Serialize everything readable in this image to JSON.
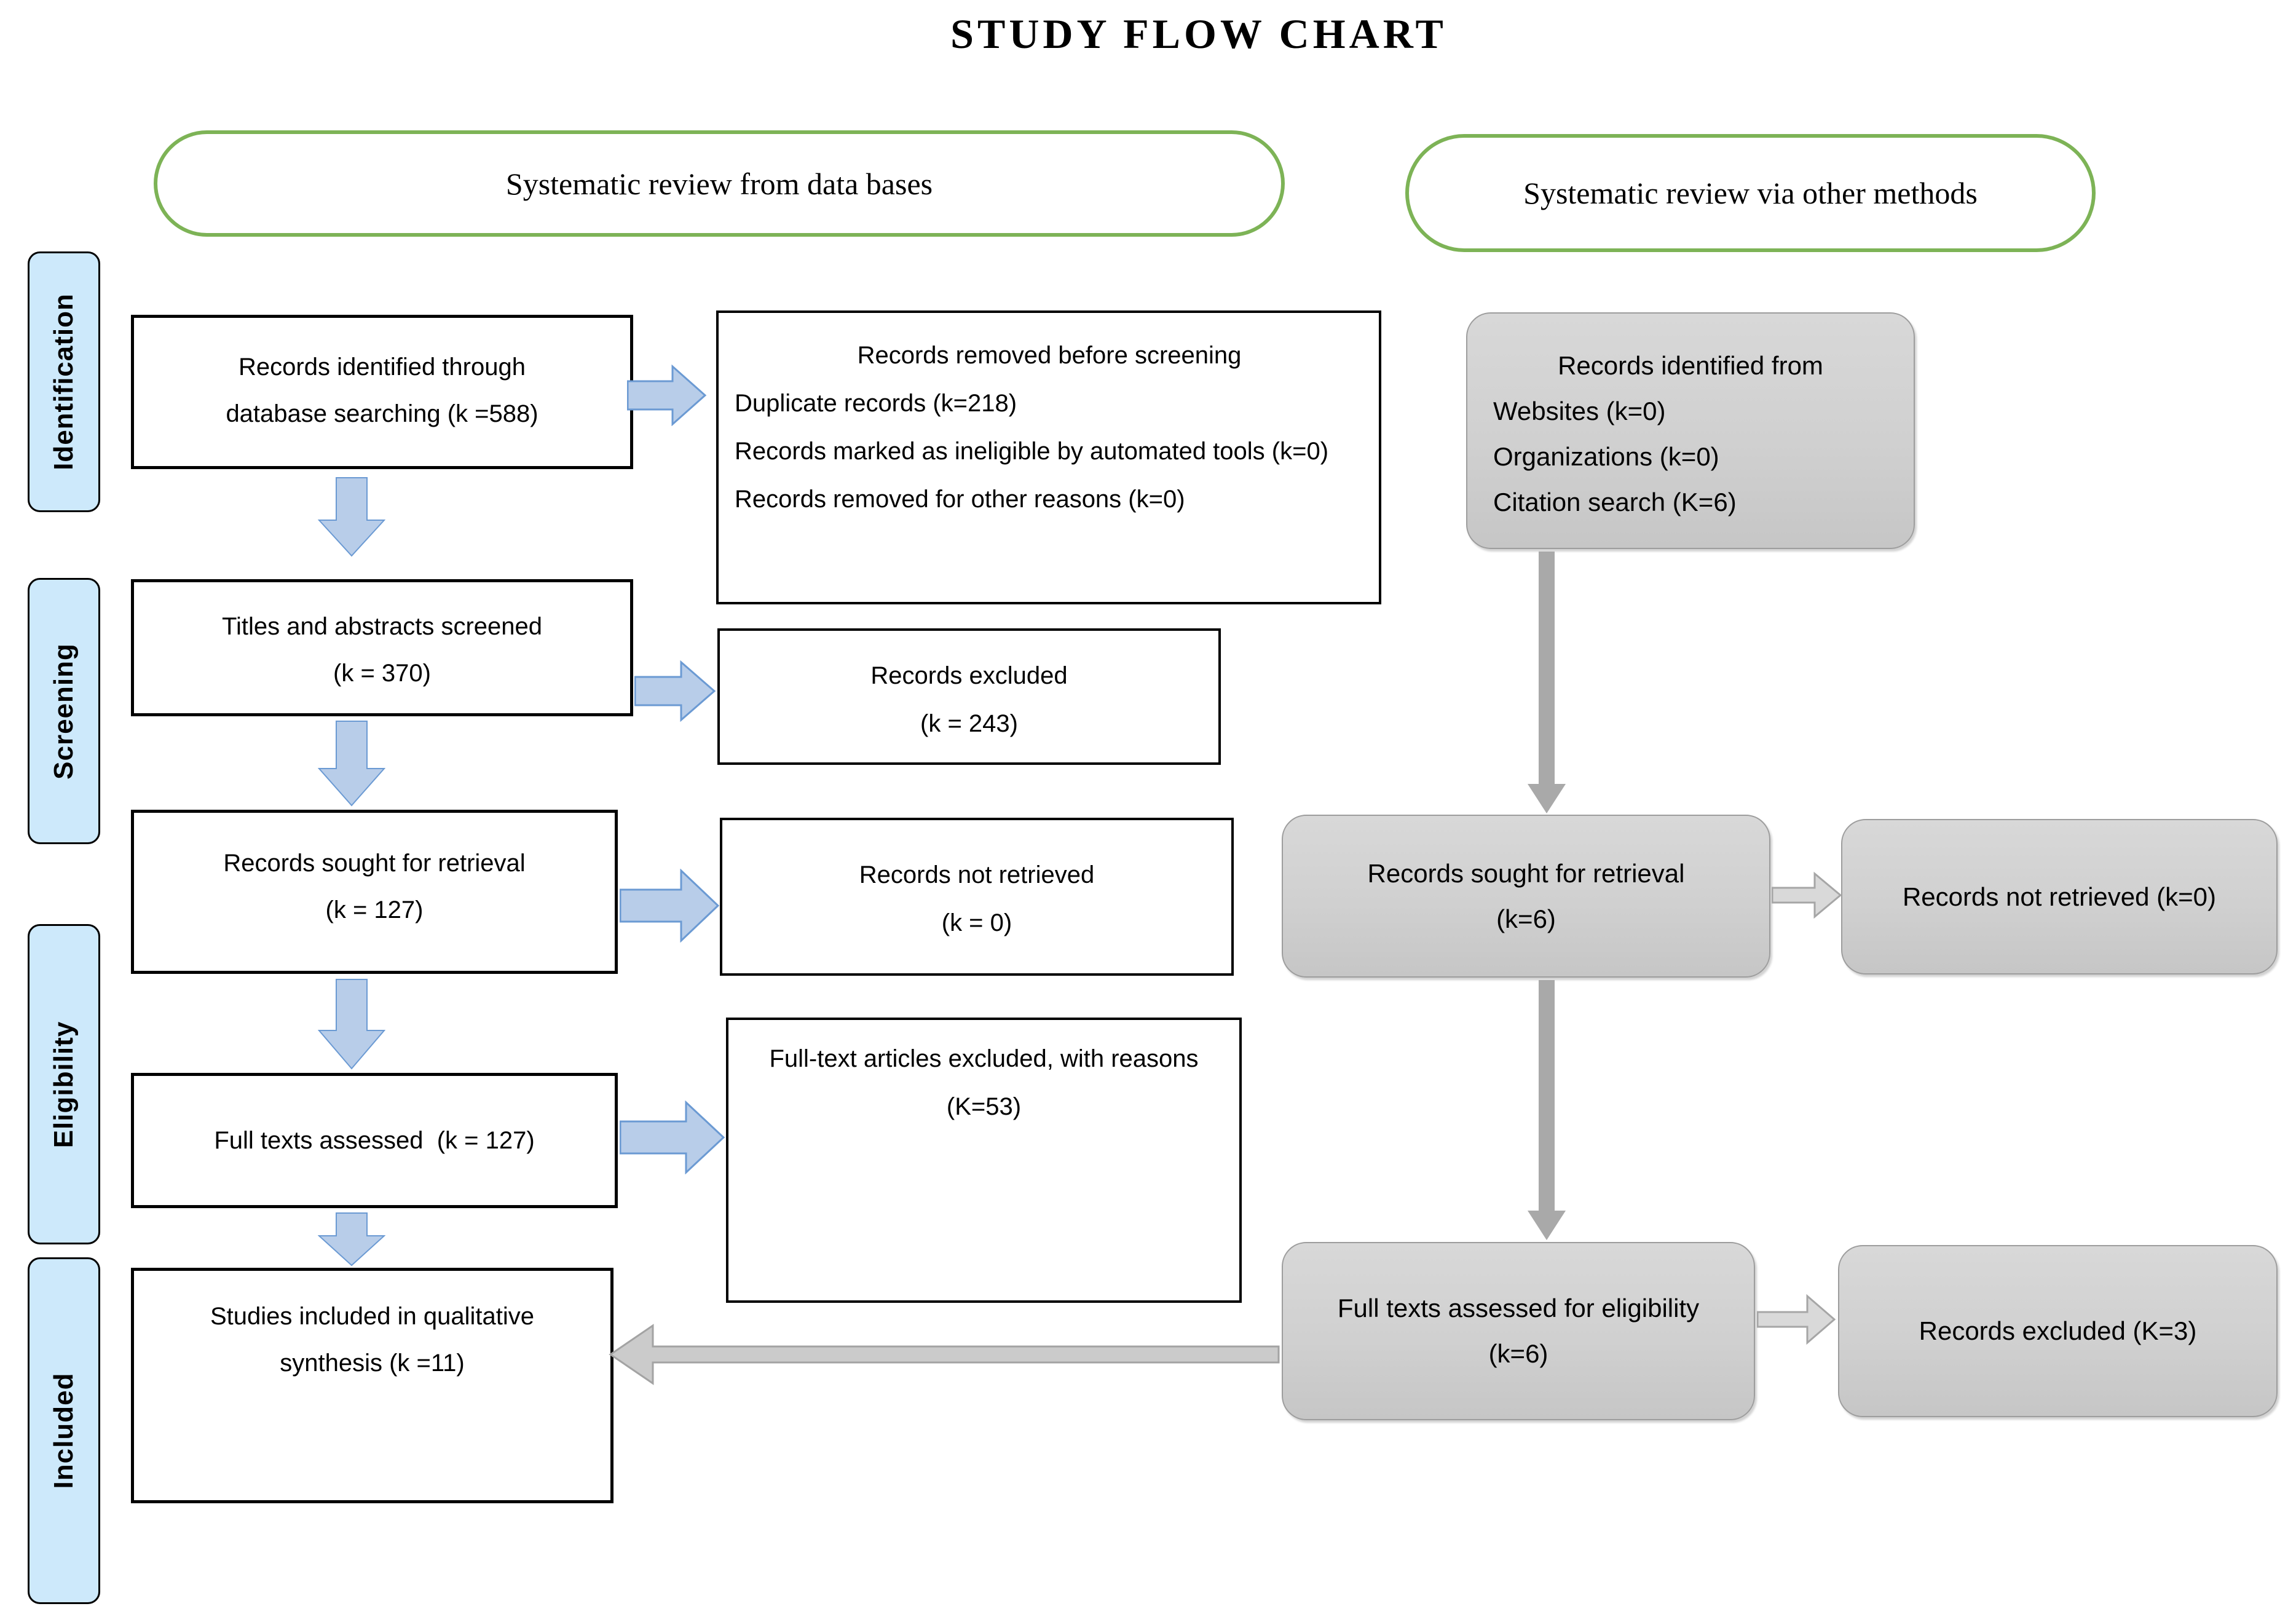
{
  "title": "STUDY FLOW CHART",
  "headers": {
    "left": "Systematic review from data bases",
    "right": "Systematic review via other methods"
  },
  "sidebar": {
    "items": [
      {
        "label": "Identification"
      },
      {
        "label": "Screening"
      },
      {
        "label": "Eligibility"
      },
      {
        "label": "Included"
      }
    ]
  },
  "boxes": {
    "db_search": {
      "lines": [
        "Records identified through",
        "database searching (k =588)"
      ]
    },
    "removed": {
      "title": "Records removed before screening",
      "items": [
        "Duplicate records (k=218)",
        "Records marked as ineligible by automated tools (k=0)",
        "Records removed for other reasons (k=0)"
      ]
    },
    "identified_other": {
      "title": "Records identified from",
      "items": [
        "Websites (k=0)",
        "Organizations (k=0)",
        "Citation search (K=6)"
      ]
    },
    "screened": {
      "lines": [
        "Titles and abstracts screened",
        "(k = 370)"
      ]
    },
    "excluded_records": {
      "lines": [
        "Records excluded",
        "(k = 243)"
      ]
    },
    "sought_retrieval": {
      "lines": [
        "Records sought for retrieval",
        "(k = 127)"
      ]
    },
    "not_retrieved": {
      "lines": [
        "Records not retrieved",
        "(k = 0)"
      ]
    },
    "full_texts": {
      "line": "Full texts assessed  (k = 127)"
    },
    "fulltext_excluded": {
      "line": "Full-text articles excluded, with reasons (K=53)"
    },
    "studies_included": {
      "lines": [
        "Studies included in qualitative",
        "synthesis (k =11)"
      ]
    },
    "sought6": {
      "lines": [
        "Records sought for retrieval",
        "(k=6)"
      ]
    },
    "not_retrieved0": {
      "line": "Records not retrieved (k=0)"
    },
    "eligibility6": {
      "lines": [
        "Full texts assessed for eligibility",
        "(k=6)"
      ]
    },
    "excluded3": {
      "line": "Records excluded (K=3)"
    }
  },
  "colors": {
    "ellipse_border": "#7db356",
    "sidebar_fill": "#cde9fb",
    "blue_arrow_fill": "#b8cde9",
    "blue_arrow_border": "#6b9ad3",
    "gray_box_fill": "#d0d0d0",
    "gray_box_border": "#9d9d9d",
    "gray_arrow_solid": "#a9a9a9",
    "gray_arrow_light": "#cbcbcb",
    "gray_arrow_border": "#a3a3a3"
  }
}
